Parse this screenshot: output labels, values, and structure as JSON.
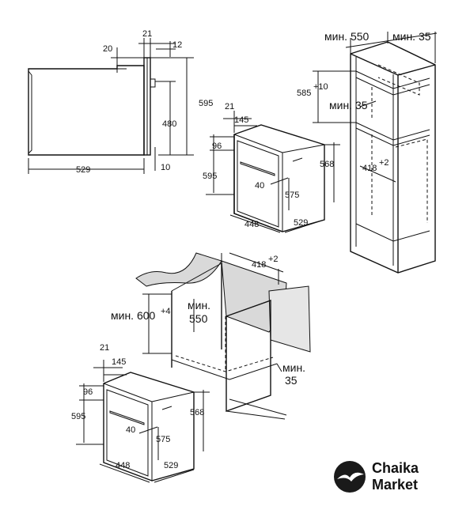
{
  "side_view": {
    "dim_21": "21",
    "dim_12": "12",
    "dim_20": "20",
    "dim_595": "595",
    "dim_480": "480",
    "dim_10": "10",
    "dim_529": "529"
  },
  "oven_top": {
    "dim_21": "21",
    "dim_145": "145",
    "dim_96": "96",
    "dim_595": "595",
    "dim_568": "568",
    "dim_40": "40",
    "dim_575": "575",
    "dim_448": "448",
    "dim_529": "529"
  },
  "cabinet_tall": {
    "min_550": "мин. 550",
    "min_35_top": "мин. 35",
    "dim_585": "585",
    "dim_585_tol": "+10",
    "min_35_mid": "мин. 35",
    "dim_418": "418",
    "dim_418_tol": "+2"
  },
  "counter": {
    "dim_418": "418",
    "dim_418_tol": "+2",
    "min_600": "мин. 600",
    "min_600_tol": "+4",
    "min_label": "мин.",
    "dim_550": "550",
    "min_35_a": "мин.",
    "min_35_b": "35"
  },
  "oven_bottom": {
    "dim_21": "21",
    "dim_145": "145",
    "dim_96": "96",
    "dim_595": "595",
    "dim_568": "568",
    "dim_40": "40",
    "dim_575": "575",
    "dim_448": "448",
    "dim_529": "529"
  },
  "logo": {
    "line1": "Chaika",
    "line2": "Market",
    "icon": "seagull-icon"
  }
}
